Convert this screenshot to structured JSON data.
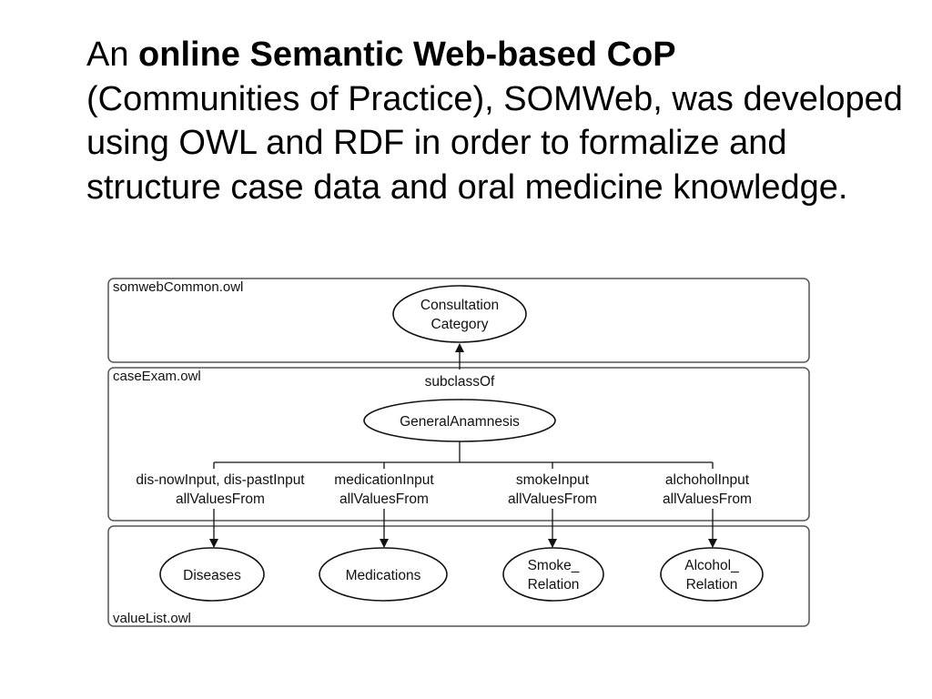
{
  "intro": {
    "prefix": "An",
    "emphasis": "online Semantic Web-based CoP",
    "rest": "(Communities of Practice), SOMWeb, was developed using OWL and RDF in order to formalize and structure case data and oral medicine knowledge."
  },
  "diagram": {
    "boxes": {
      "common": "somwebCommon.owl",
      "case_exam": "caseExam.owl",
      "value_list": "valueList.owl"
    },
    "nodes": {
      "consultation": [
        "Consultation",
        "Category"
      ],
      "general_anamnesis": "GeneralAnamnesis",
      "diseases": "Diseases",
      "medications": "Medications",
      "smoke_relation": [
        "Smoke_",
        "Relation"
      ],
      "alcohol_relation": [
        "Alcohol_",
        "Relation"
      ]
    },
    "edges": {
      "subclass": "subclassOf",
      "diseases": [
        "dis-nowInput, dis-pastInput",
        "allValuesFrom"
      ],
      "medications": [
        "medicationInput",
        "allValuesFrom"
      ],
      "smoke": [
        "smokeInput",
        "allValuesFrom"
      ],
      "alcohol": [
        "alchoholInput",
        "allValuesFrom"
      ]
    }
  }
}
